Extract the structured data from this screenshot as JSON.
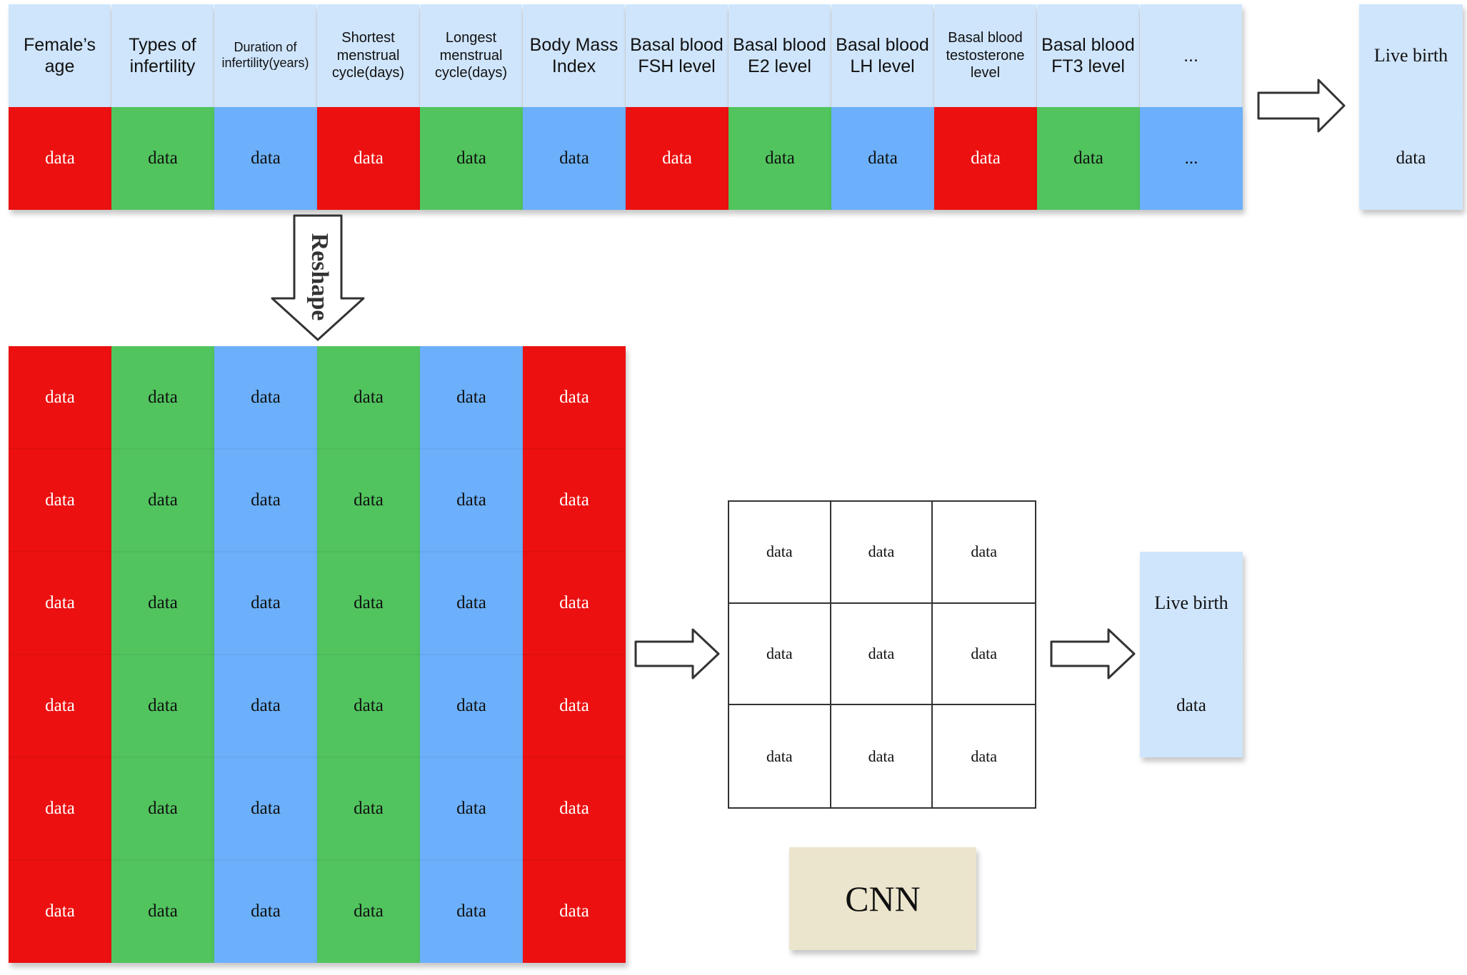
{
  "header_row": {
    "headers": [
      "Female’s age",
      "Types of infertility",
      "Duration of infertility(years)",
      "Shortest menstrual cycle(days)",
      "Longest menstrual cycle(days)",
      "Body Mass Index",
      "Basal blood FSH level",
      "Basal blood E2 level",
      "Basal blood LH level",
      "Basal blood testosterone level",
      "Basal blood FT3 level",
      "..."
    ],
    "values": [
      "data",
      "data",
      "data",
      "data",
      "data",
      "data",
      "data",
      "data",
      "data",
      "data",
      "data",
      "..."
    ]
  },
  "output_top": {
    "label": "Live birth",
    "value": "data"
  },
  "reshape_label": "Reshape",
  "matrix": {
    "rows": [
      [
        "data",
        "data",
        "data",
        "data",
        "data",
        "data"
      ],
      [
        "data",
        "data",
        "data",
        "data",
        "data",
        "data"
      ],
      [
        "data",
        "data",
        "data",
        "data",
        "data",
        "data"
      ],
      [
        "data",
        "data",
        "data",
        "data",
        "data",
        "data"
      ],
      [
        "data",
        "data",
        "data",
        "data",
        "data",
        "data"
      ],
      [
        "data",
        "data",
        "data",
        "data",
        "data",
        "data"
      ]
    ]
  },
  "cnn_grid": [
    [
      "data",
      "data",
      "data"
    ],
    [
      "data",
      "data",
      "data"
    ],
    [
      "data",
      "data",
      "data"
    ]
  ],
  "output_bottom": {
    "label": "Live birth",
    "value": "data"
  },
  "cnn_label": "CNN",
  "colors": {
    "red": "#ec1010",
    "green": "#51c45e",
    "blue": "#6cb0fb",
    "light_blue": "#cfe5fc",
    "cnn_note": "#ece5cd"
  }
}
